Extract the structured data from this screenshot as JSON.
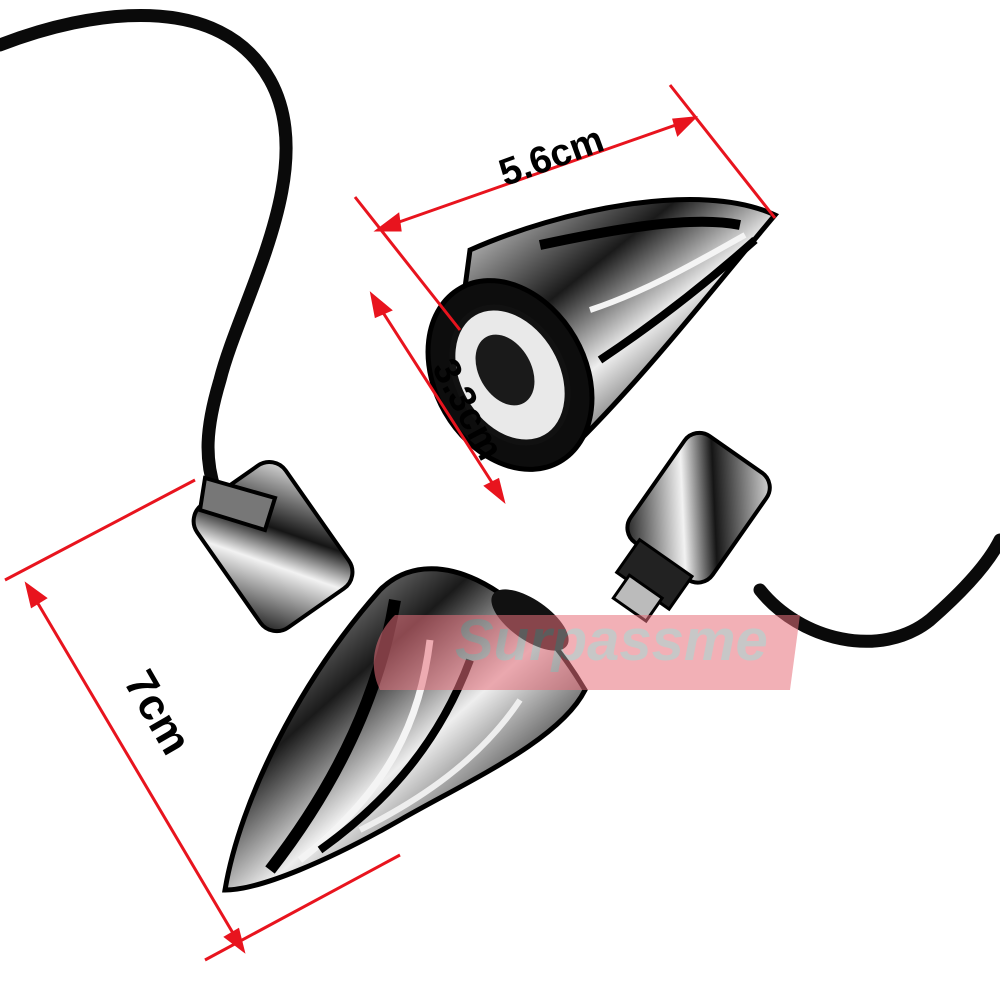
{
  "photo": {
    "subject": "pair of chrome bullet motorcycle turn signal lights with cables",
    "colors": {
      "cable": "#0a0a0a",
      "chrome_dark": "#111111",
      "chrome_light": "#f4f4f4",
      "dimension": "#e8141e",
      "watermark": "#e8707c"
    }
  },
  "dimensions": {
    "length_top": "5.6cm",
    "diameter": "3.3cm",
    "length_left": "7cm"
  },
  "watermark": {
    "text": "Surpassme"
  }
}
